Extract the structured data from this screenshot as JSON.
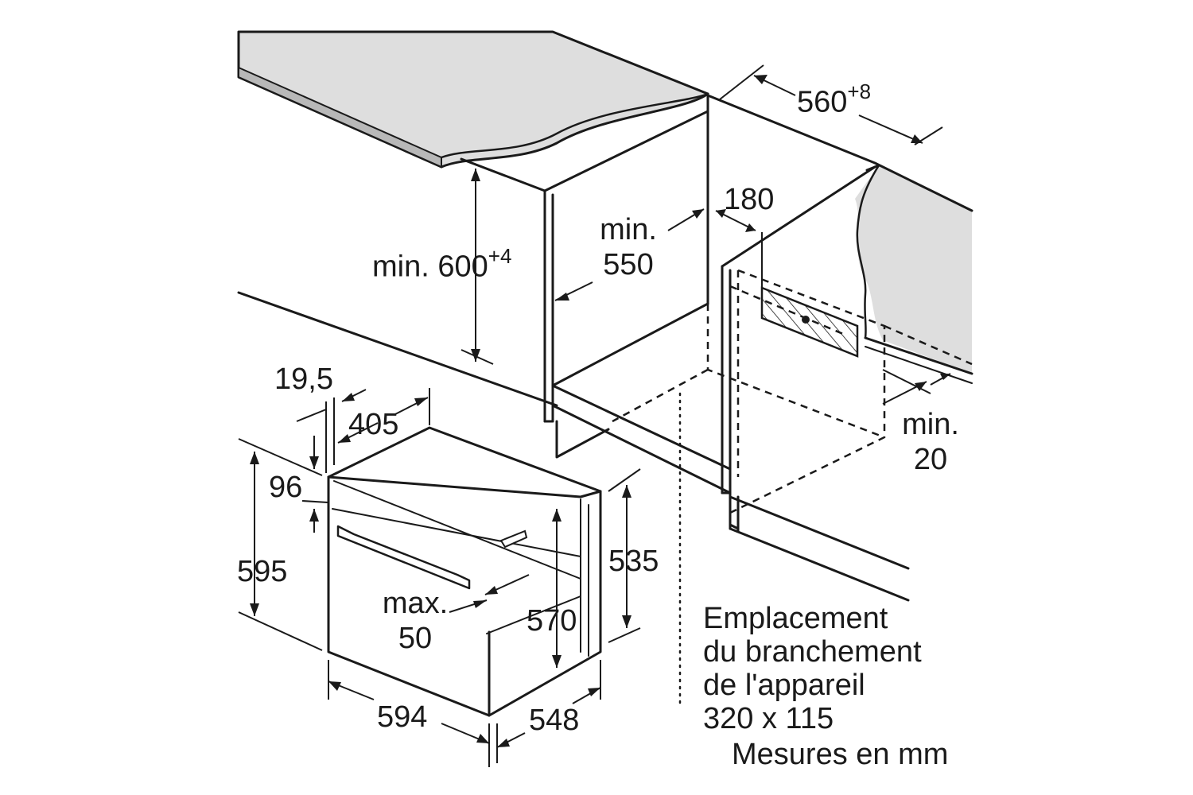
{
  "dimensions": {
    "niche_width_value": "560",
    "niche_width_tolerance": "+8",
    "niche_height_prefix": "min. ",
    "niche_height_value": "600",
    "niche_height_tolerance": "+4",
    "niche_depth_line1": "min.",
    "niche_depth_line2": "550",
    "vent_gap": "180",
    "side_gap_line1": "min.",
    "side_gap_line2": "20",
    "panel_offset": "19,5",
    "depth_to_panel": "405",
    "top_panel": "96",
    "oven_height": "595",
    "body_height": "570",
    "rear_height": "535",
    "door_projection_line1": "max.",
    "door_projection_line2": "50",
    "oven_width": "594",
    "oven_depth": "548"
  },
  "note": {
    "line1": "Emplacement",
    "line2": "du branchement",
    "line3": "de l'appareil",
    "line4": "320 x 115",
    "units": "Mesures en mm"
  },
  "colors": {
    "countertop": "#dcdcdc",
    "countertop_edge": "#bdbdbd",
    "line": "#1a1a1a"
  }
}
